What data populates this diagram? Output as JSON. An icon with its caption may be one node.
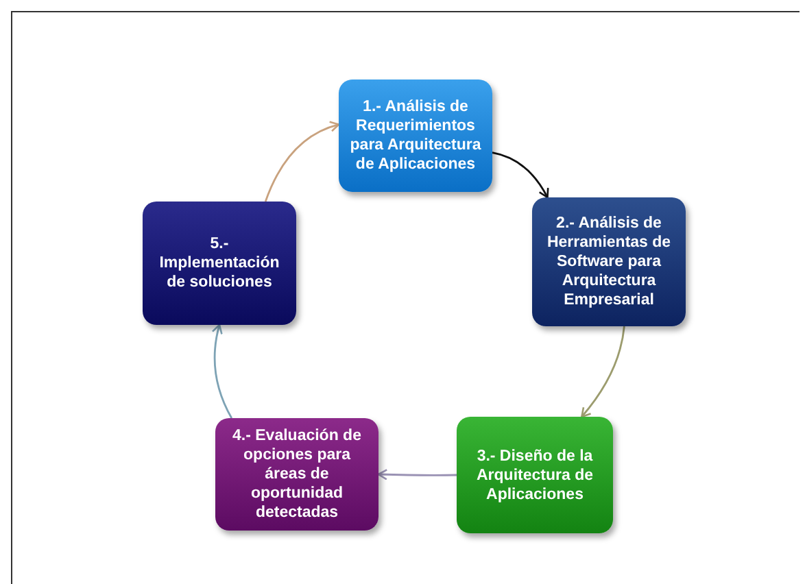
{
  "diagram": {
    "nodes": [
      {
        "text": [
          "1.- Análisis de Requerimientos para Arquitectura de Aplicaciones"
        ]
      },
      {
        "text": [
          "2.- Análisis de Herramientas de Software para Arquitectura Empresarial"
        ]
      },
      {
        "text": [
          "3.- Diseño de la Arquitectura de Aplicaciones"
        ]
      },
      {
        "text": [
          "4.- Evaluación de opciones para áreas de oportunidad detectadas"
        ]
      },
      {
        "text": [
          "5.- Implementación de soluciones"
        ]
      }
    ],
    "edges": [
      {
        "from": 4,
        "to": 0,
        "arrow": "to",
        "color": "#c9a27e"
      },
      {
        "from": 0,
        "to": 1,
        "arrow": "to",
        "color": "#111111"
      },
      {
        "from": 1,
        "to": 2,
        "arrow": "to",
        "color": "#9c9c6e"
      },
      {
        "from": 2,
        "to": 3,
        "arrow": "to",
        "color": "#9a92b4"
      },
      {
        "from": 3,
        "to": 4,
        "arrow": "to",
        "color": "#7ea3b5"
      }
    ]
  }
}
